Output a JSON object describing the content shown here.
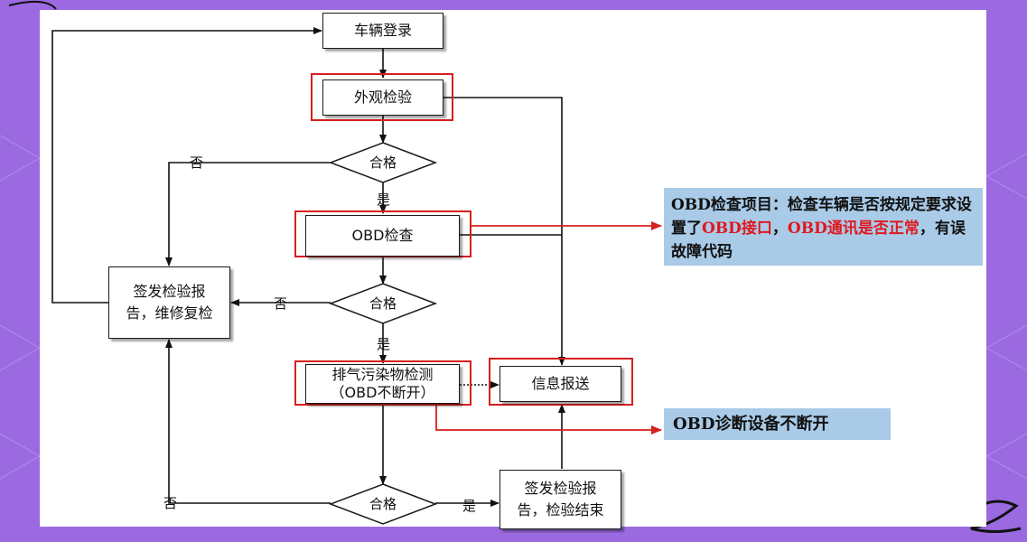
{
  "nodes": {
    "registration": "车辆登录",
    "visual_inspection": "外观检验",
    "obd_check": "OBD检查",
    "emission_test_line1": "排气污染物检测",
    "emission_test_line2": "（OBD不断开）",
    "info_send": "信息报送",
    "report_repair_line1": "签发检验报",
    "report_repair_line2": "告，维修复检",
    "report_end_line1": "签发检验报",
    "report_end_line2": "告，检验结束"
  },
  "decisions": {
    "pass1": "合格",
    "pass2": "合格",
    "pass3": "合格"
  },
  "labels": {
    "yes1": "是",
    "yes2": "是",
    "yes3": "是",
    "no1": "否",
    "no2": "否",
    "no3": "否"
  },
  "callouts": {
    "obd_items": {
      "seg1": "OBD检查项目：检查车辆是否按规定要求设置了",
      "seg2_red": "OBD接口",
      "seg3": "，",
      "seg4_red": "OBD通讯是否正常",
      "seg5": "，有误故障代码"
    },
    "obd_note": "OBD诊断设备不断开"
  },
  "colors": {
    "background": "#9b6ae0",
    "callout_fill": "#a9cbe8",
    "highlight_red": "#d61f1f",
    "line_black": "#111111"
  }
}
